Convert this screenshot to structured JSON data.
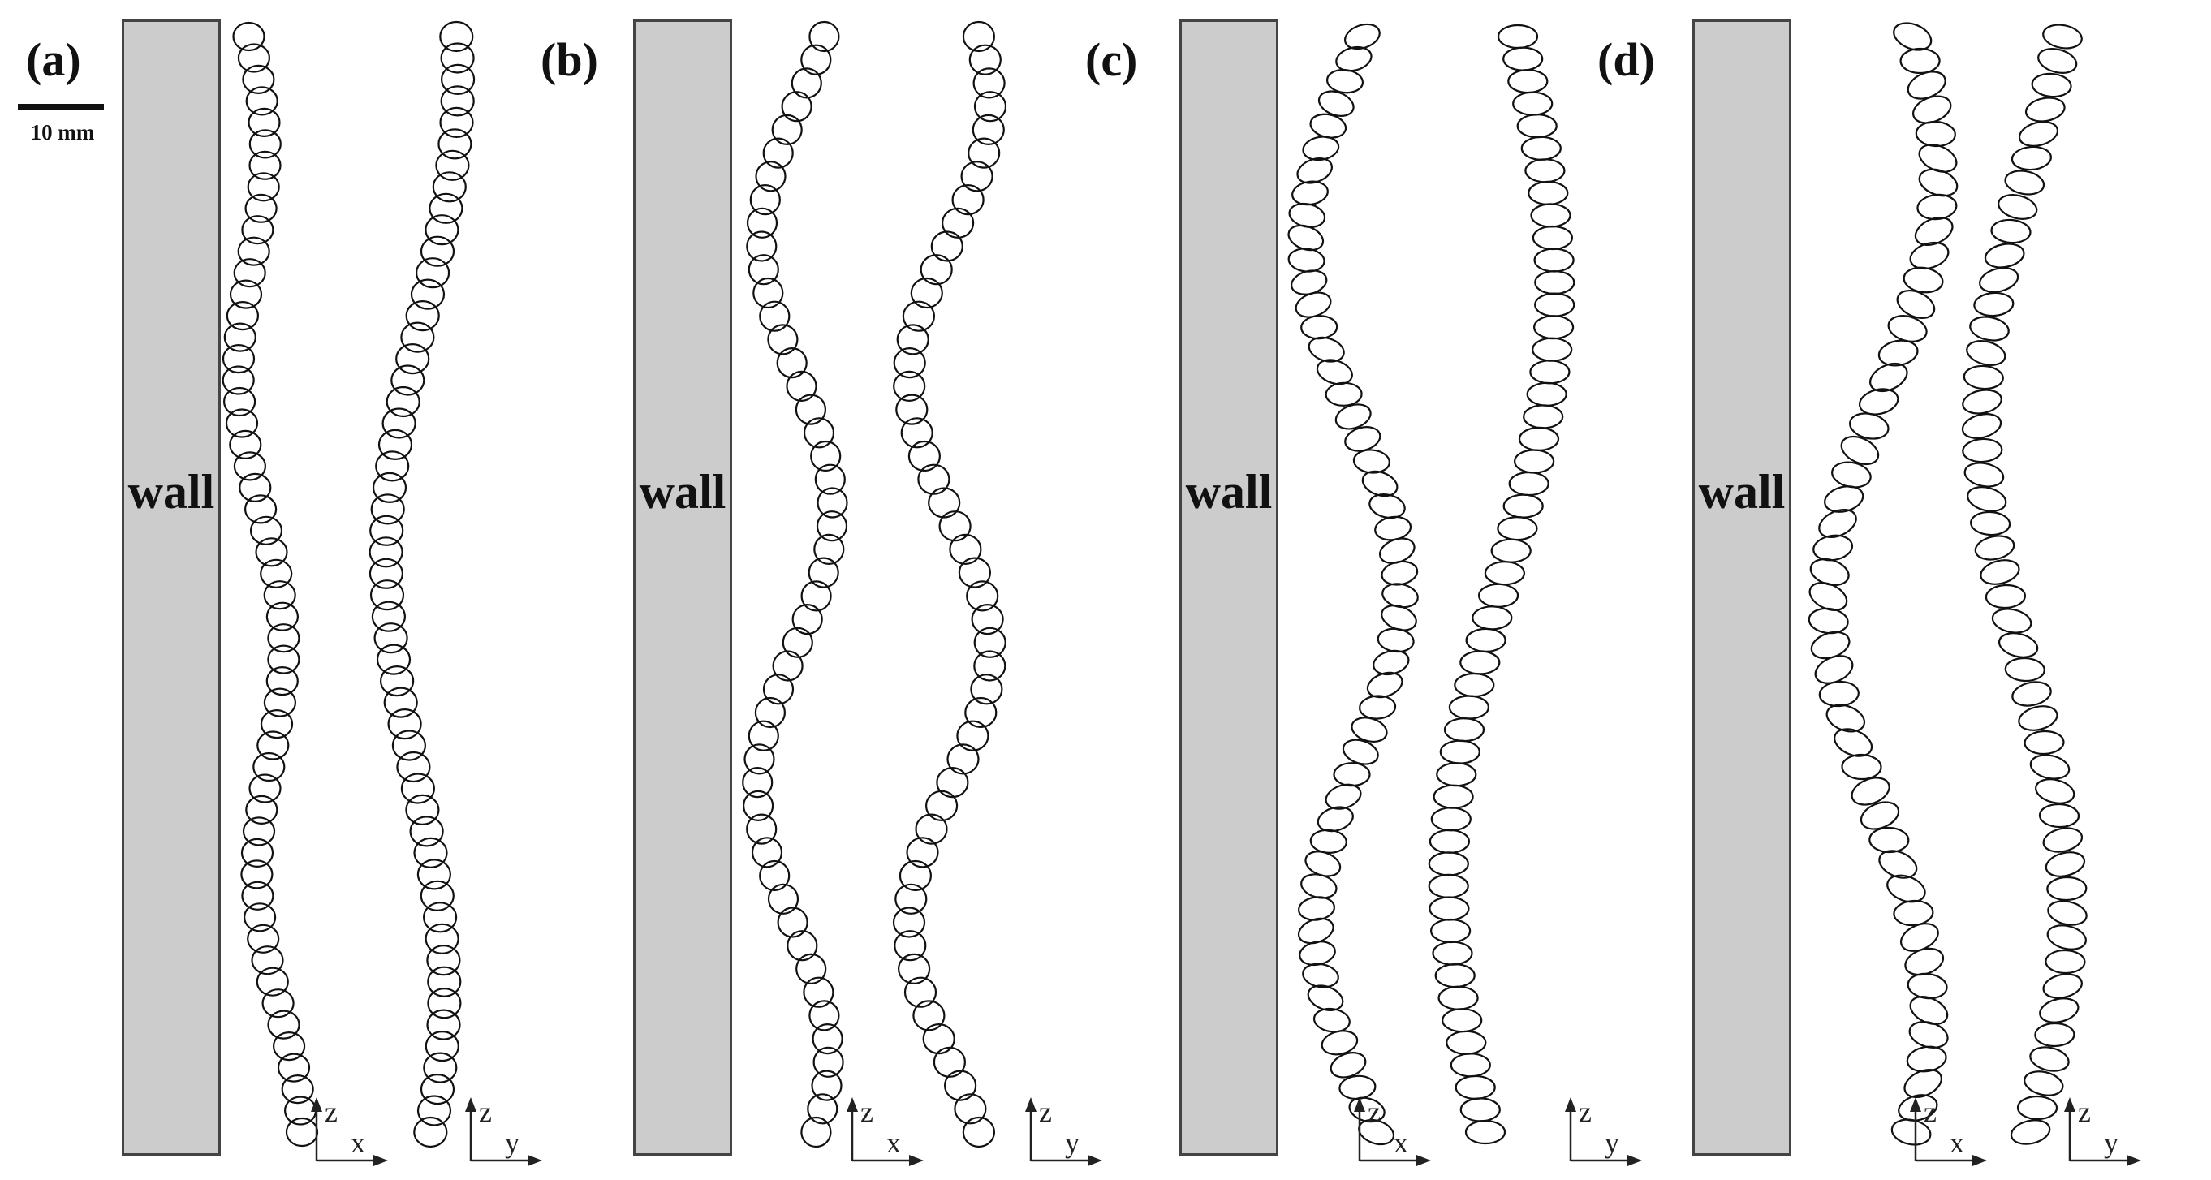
{
  "figure": {
    "scale_bar_label": "10 mm",
    "wall_label": "wall",
    "colors": {
      "wall_fill": "#cccccc",
      "wall_border": "#444444",
      "ellipse_stroke": "#111111",
      "axis": "#222222"
    },
    "panels": [
      {
        "label": "(a)",
        "vertical_axis": "z",
        "horizontal_axes": [
          "x",
          "y"
        ],
        "shape": "circular"
      },
      {
        "label": "(b)",
        "vertical_axis": "z",
        "horizontal_axes": [
          "x",
          "y"
        ],
        "shape": "circular"
      },
      {
        "label": "(c)",
        "vertical_axis": "z",
        "horizontal_axes": [
          "x",
          "y"
        ],
        "shape": "ellipsoidal"
      },
      {
        "label": "(d)",
        "vertical_axis": "z",
        "horizontal_axes": [
          "x",
          "y"
        ],
        "shape": "ellipsoidal"
      }
    ]
  }
}
